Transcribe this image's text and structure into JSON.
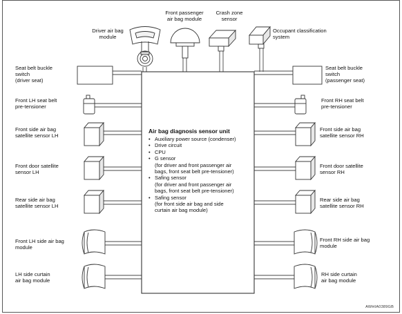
{
  "components": {
    "driver_airbag": "Driver air bag\nmodule",
    "front_passenger_airbag": "Front passenger\nair bag module",
    "crash_zone": "Crash zone\nsensor",
    "occupant_class": "Occupant classification\nsystem",
    "seatbelt_buckle_driver": "Seat belt buckle\nswitch\n(driver seat)",
    "seatbelt_buckle_passenger": "Seat belt buckle\nswitch\n(passenger seat)",
    "front_lh_pretensioner": "Front LH seat belt\npre-tensioner",
    "front_rh_pretensioner": "Front RH seat belt\npre-tensioner",
    "front_side_sat_lh": "Front side air bag\nsatellite sensor LH",
    "front_side_sat_rh": "Front side air bag\nsatellite sensor RH",
    "front_door_sat_lh": "Front door satellite\nsensor LH",
    "front_door_sat_rh": "Front door satellite\nsensor RH",
    "rear_side_sat_lh": "Rear side air bag\nsatellite sensor LH",
    "rear_side_sat_rh": "Rear side air bag\nsatellite sensor RH",
    "front_lh_side_airbag": "Front LH side air bag\nmodule",
    "front_rh_side_airbag": "Front RH side air bag\nmodule",
    "lh_curtain": "LH side curtain\nair bag module",
    "rh_curtain": "RH side curtain\nair bag module"
  },
  "ecu": {
    "title": "Air bag diagnosis sensor unit",
    "items": [
      "Auxiliary power source (condenser)",
      "Drive circuit",
      "CPU",
      "G sensor\n(for driver and front passenger air\nbags, front seat belt pre-tensioner)",
      "Safing sensor\n(for driver and front passenger air\nbags, front seat belt pre-tensioner)",
      "Safing sensor\n(for front side air bag and side\ncurtain air bag module)"
    ]
  },
  "ref_code": "AWHIA0389GB"
}
